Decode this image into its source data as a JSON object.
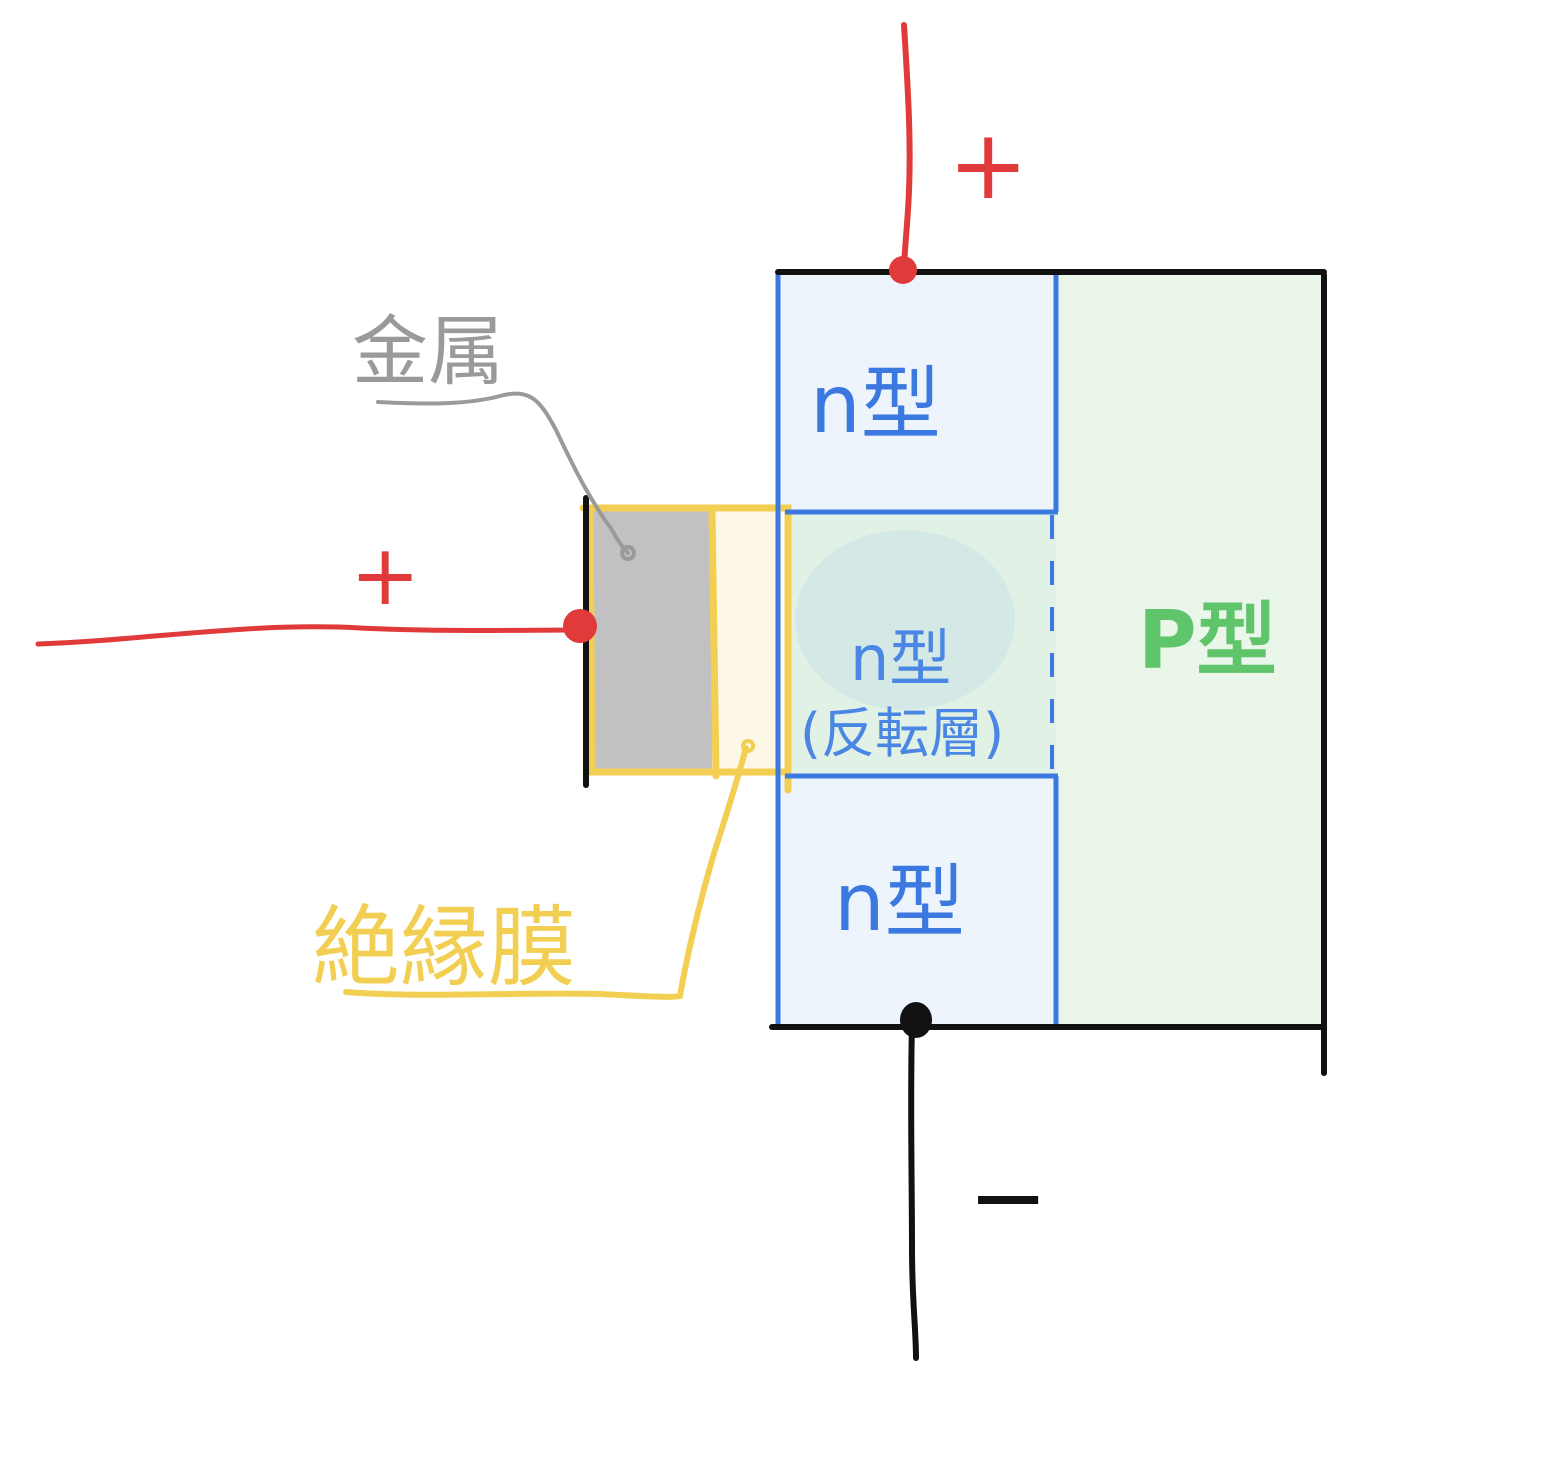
{
  "labels": {
    "metal": "金属",
    "insulator": "絶縁膜",
    "n_type_top": "n型",
    "n_type_channel": "n型",
    "inversion_layer": "(反転層)",
    "n_type_bottom": "n型",
    "p_type": "P型",
    "drain_sign": "+",
    "gate_sign": "+",
    "source_sign": "−"
  },
  "colors": {
    "n_region_fill": "#eef4fc",
    "p_region_fill": "#e9f6e9",
    "channel_fill": "#dcefe6",
    "metal_fill": "#c1c1c1",
    "insulator_fill": "#fdf8e6",
    "region_border": "#3b78e0",
    "insulator_border": "#f2cf52",
    "positive_wire": "#e03a3a",
    "negative_wire": "#111111",
    "metal_callout": "#9a9a9a"
  }
}
